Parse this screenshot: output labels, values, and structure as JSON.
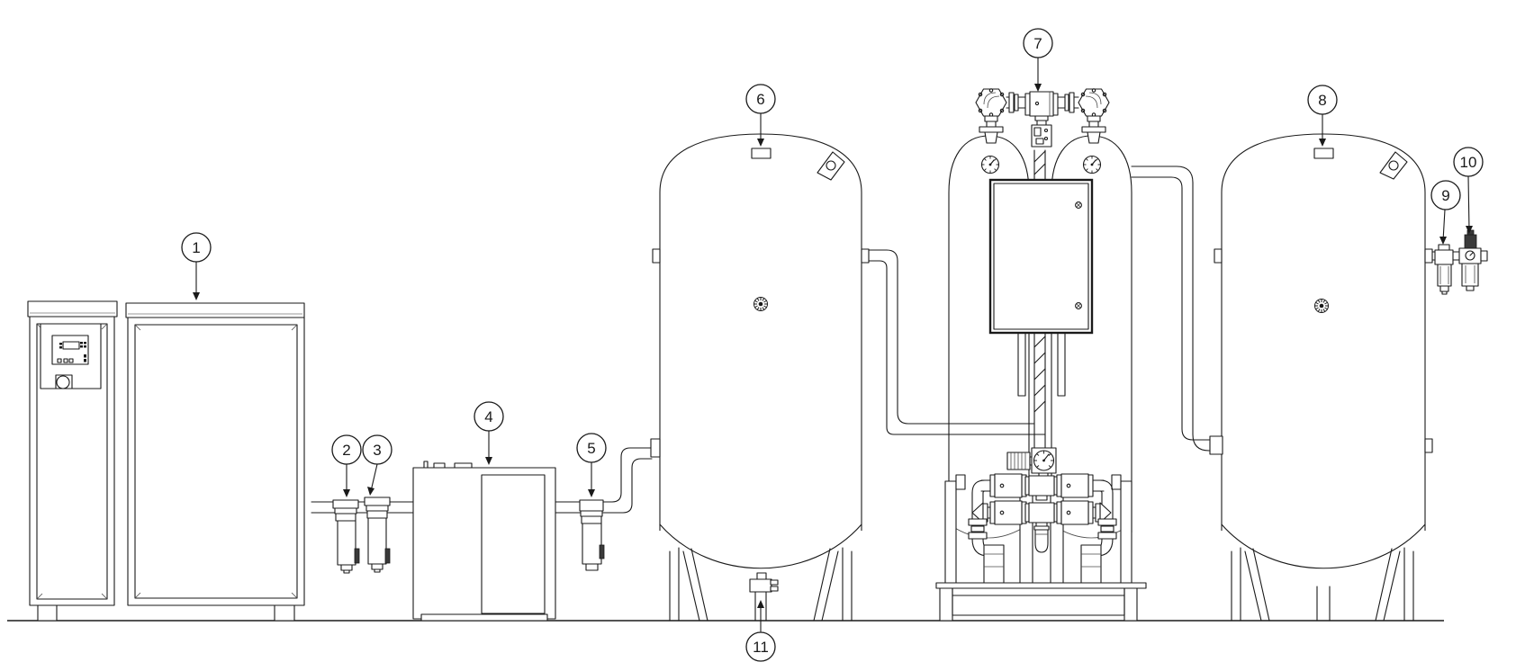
{
  "drawing": {
    "background_color": "#ffffff",
    "line_color": "#1a1a1a",
    "type": "equipment-layout-line-drawing",
    "callouts": [
      {
        "number": "1"
      },
      {
        "number": "2"
      },
      {
        "number": "3"
      },
      {
        "number": "4"
      },
      {
        "number": "5"
      },
      {
        "number": "6"
      },
      {
        "number": "7"
      },
      {
        "number": "8"
      },
      {
        "number": "9"
      },
      {
        "number": "10"
      },
      {
        "number": "11"
      }
    ]
  }
}
